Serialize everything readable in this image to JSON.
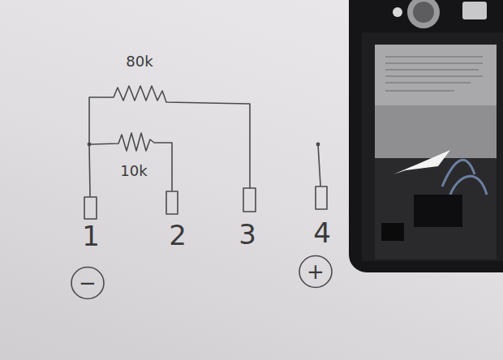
{
  "diagram": {
    "nodes": [
      {
        "text": [
          "−"
        ]
      },
      {
        "text": [
          "+"
        ]
      }
    ],
    "labels": [
      "80k",
      "10k",
      "1",
      "2",
      "3",
      "4"
    ]
  }
}
